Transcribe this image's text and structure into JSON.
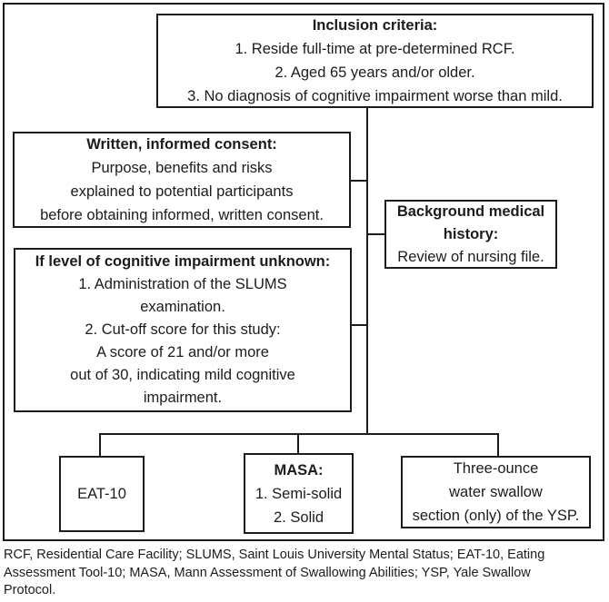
{
  "colors": {
    "line": "#1c1c1c",
    "text": "#1c1c1c",
    "background": "#ffffff"
  },
  "flowchart": {
    "inclusion": {
      "title": "Inclusion criteria:",
      "lines": [
        "1. Reside full-time at pre-determined RCF.",
        "2. Aged 65 years and/or older.",
        "3. No diagnosis of cognitive impairment worse than mild."
      ]
    },
    "consent": {
      "title": "Written, informed consent:",
      "lines": [
        "Purpose, benefits and risks",
        "explained to potential participants",
        "before obtaining informed, written consent."
      ]
    },
    "background_history": {
      "title": "Background medical history:",
      "lines": [
        "Review of nursing file."
      ]
    },
    "slums": {
      "title": "If level of cognitive impairment unknown:",
      "lines": [
        "1. Administration of the SLUMS",
        "examination.",
        "2.  Cut-off score for this study:",
        "A score of 21 and/or more",
        "out of 30, indicating mild cognitive",
        "impairment."
      ]
    },
    "eat10": {
      "lines": [
        "EAT-10"
      ]
    },
    "masa": {
      "title": "MASA:",
      "lines": [
        "1. Semi-solid",
        "2. Solid"
      ]
    },
    "water_swallow": {
      "lines": [
        "Three-ounce",
        "water swallow",
        "section (only) of the YSP."
      ]
    }
  },
  "caption_lines": [
    "RCF, Residential Care Facility; SLUMS, Saint Louis University Mental Status; EAT-10, Eating",
    "Assessment Tool-10; MASA, Mann Assessment of Swallowing  Abilities; YSP, Yale Swallow",
    "Protocol."
  ]
}
